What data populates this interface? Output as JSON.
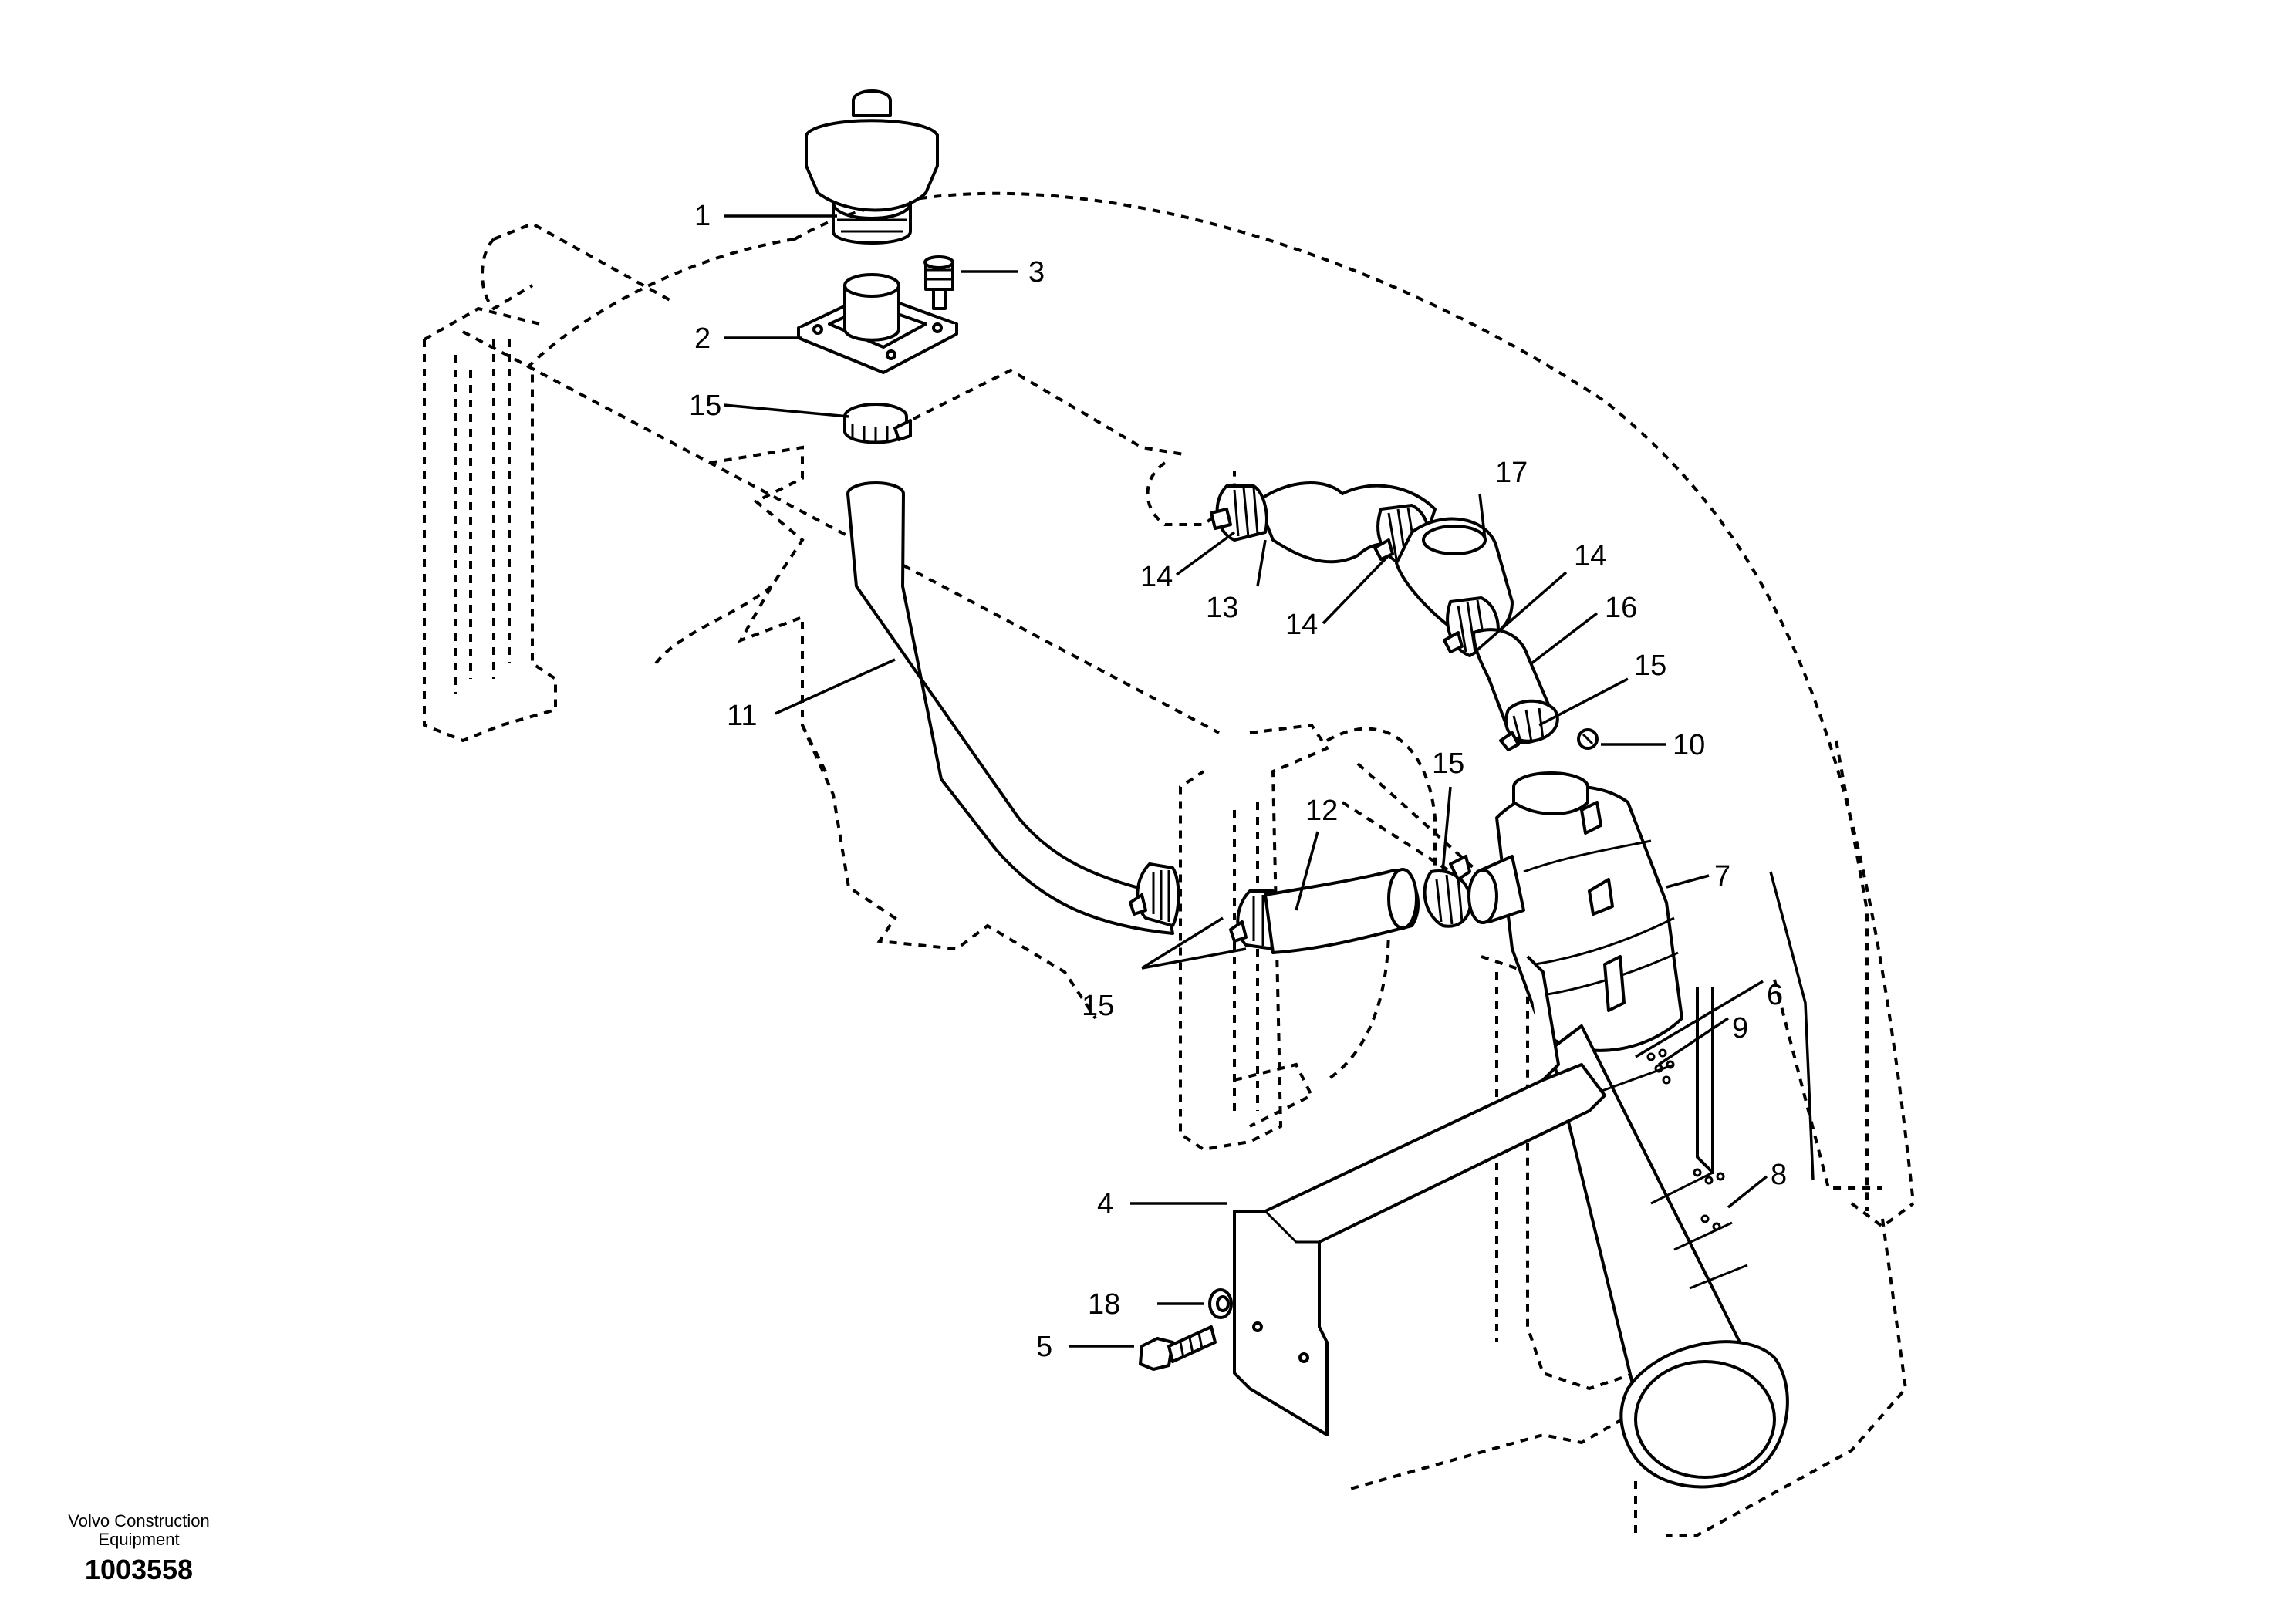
{
  "callouts": [
    {
      "id": "c1",
      "text": "1"
    },
    {
      "id": "c2",
      "text": "2"
    },
    {
      "id": "c3",
      "text": "3"
    },
    {
      "id": "c4",
      "text": "4"
    },
    {
      "id": "c5",
      "text": "5"
    },
    {
      "id": "c6",
      "text": "6"
    },
    {
      "id": "c7",
      "text": "7"
    },
    {
      "id": "c8",
      "text": "8"
    },
    {
      "id": "c9",
      "text": "9"
    },
    {
      "id": "c10",
      "text": "10"
    },
    {
      "id": "c11",
      "text": "11"
    },
    {
      "id": "c12",
      "text": "12"
    },
    {
      "id": "c13",
      "text": "13"
    },
    {
      "id": "c14a",
      "text": "14"
    },
    {
      "id": "c14b",
      "text": "14"
    },
    {
      "id": "c14c",
      "text": "14"
    },
    {
      "id": "c15a",
      "text": "15"
    },
    {
      "id": "c15b",
      "text": "15"
    },
    {
      "id": "c15c",
      "text": "15"
    },
    {
      "id": "c15d",
      "text": "15"
    },
    {
      "id": "c16",
      "text": "16"
    },
    {
      "id": "c17",
      "text": "17"
    },
    {
      "id": "c18",
      "text": "18"
    }
  ],
  "footer": {
    "brand_line1": "Volvo Construction",
    "brand_line2": "Equipment",
    "figure_number": "1003558"
  }
}
